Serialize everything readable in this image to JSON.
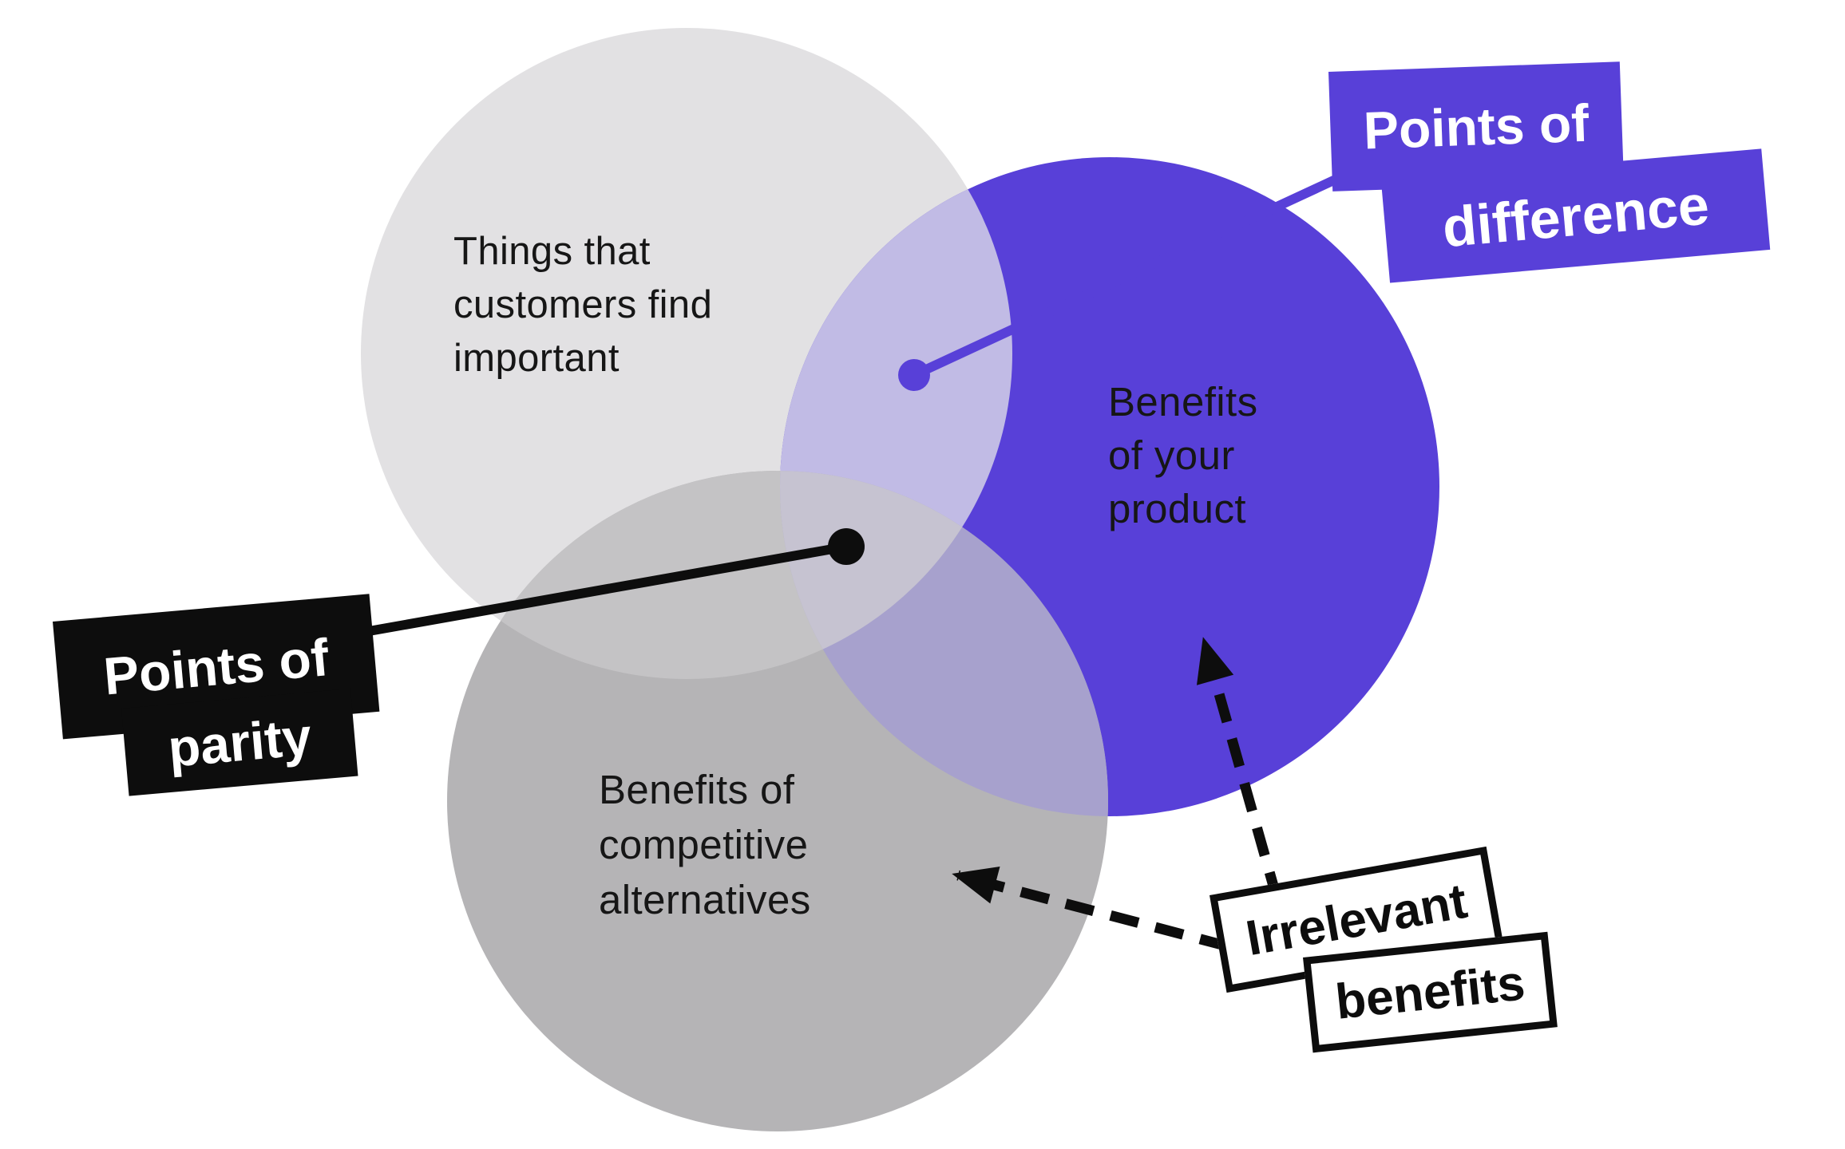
{
  "canvas": {
    "background": "#ffffff"
  },
  "colors": {
    "customers_circle": "#e2e1e3",
    "product_circle": "#5840d8",
    "competitors_circle": "#b5b4b6",
    "overlap_customers_product": "#c1bbe5",
    "overlap_customers_competitors": "#c4c3c5",
    "overlap_product_competitors": "#a7a1cd",
    "overlap_all_three": "#c6c3d1",
    "ink": "#0d0d0d",
    "label_text": "#161616",
    "badge_difference_bg": "#5840d8",
    "badge_difference_text": "#ffffff",
    "badge_parity_bg": "#0d0d0d",
    "badge_parity_text": "#ffffff",
    "badge_irrelevant_bg": "#ffffff",
    "badge_irrelevant_text": "#0d0d0d"
  },
  "circles": {
    "customers": {
      "lines": [
        "Things that",
        "customers find",
        "important"
      ]
    },
    "product": {
      "lines": [
        "Benefits",
        "of your",
        "product"
      ]
    },
    "competitors": {
      "lines": [
        "Benefits of",
        "competitive",
        "alternatives"
      ]
    }
  },
  "badges": {
    "difference": {
      "lines": [
        "Points of",
        "difference"
      ]
    },
    "parity": {
      "lines": [
        "Points of",
        "parity"
      ]
    },
    "irrelevant": {
      "lines": [
        "Irrelevant",
        "benefits"
      ]
    }
  }
}
